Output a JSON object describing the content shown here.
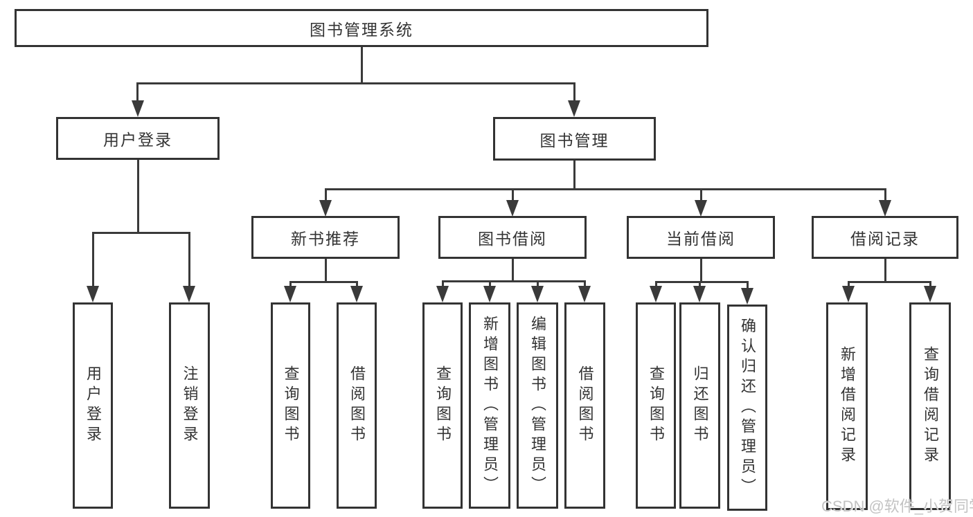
{
  "colors": {
    "line": "#3a3a3a",
    "border": "#333333",
    "text": "#333333",
    "background": "#ffffff",
    "watermark": "#c3c3c3"
  },
  "watermark": {
    "text": "CSDN @软件_小贺同学"
  },
  "tree": {
    "root": {
      "label": "图书管理系统"
    },
    "children": [
      {
        "label": "用户登录",
        "children": [
          {
            "label": "用户登录"
          },
          {
            "label": "注销登录"
          }
        ]
      },
      {
        "label": "图书管理",
        "children": [
          {
            "label": "新书推荐",
            "children": [
              {
                "label": "查询图书"
              },
              {
                "label": "借阅图书"
              }
            ]
          },
          {
            "label": "图书借阅",
            "children": [
              {
                "label": "查询图书"
              },
              {
                "label": "新增图书（管理员）"
              },
              {
                "label": "编辑图书（管理员）"
              },
              {
                "label": "借阅图书"
              }
            ]
          },
          {
            "label": "当前借阅",
            "children": [
              {
                "label": "查询图书"
              },
              {
                "label": "归还图书"
              },
              {
                "label": "确认归还（管理员）"
              }
            ]
          },
          {
            "label": "借阅记录",
            "children": [
              {
                "label": "新增借阅记录"
              },
              {
                "label": "查询借阅记录"
              }
            ]
          }
        ]
      }
    ]
  }
}
